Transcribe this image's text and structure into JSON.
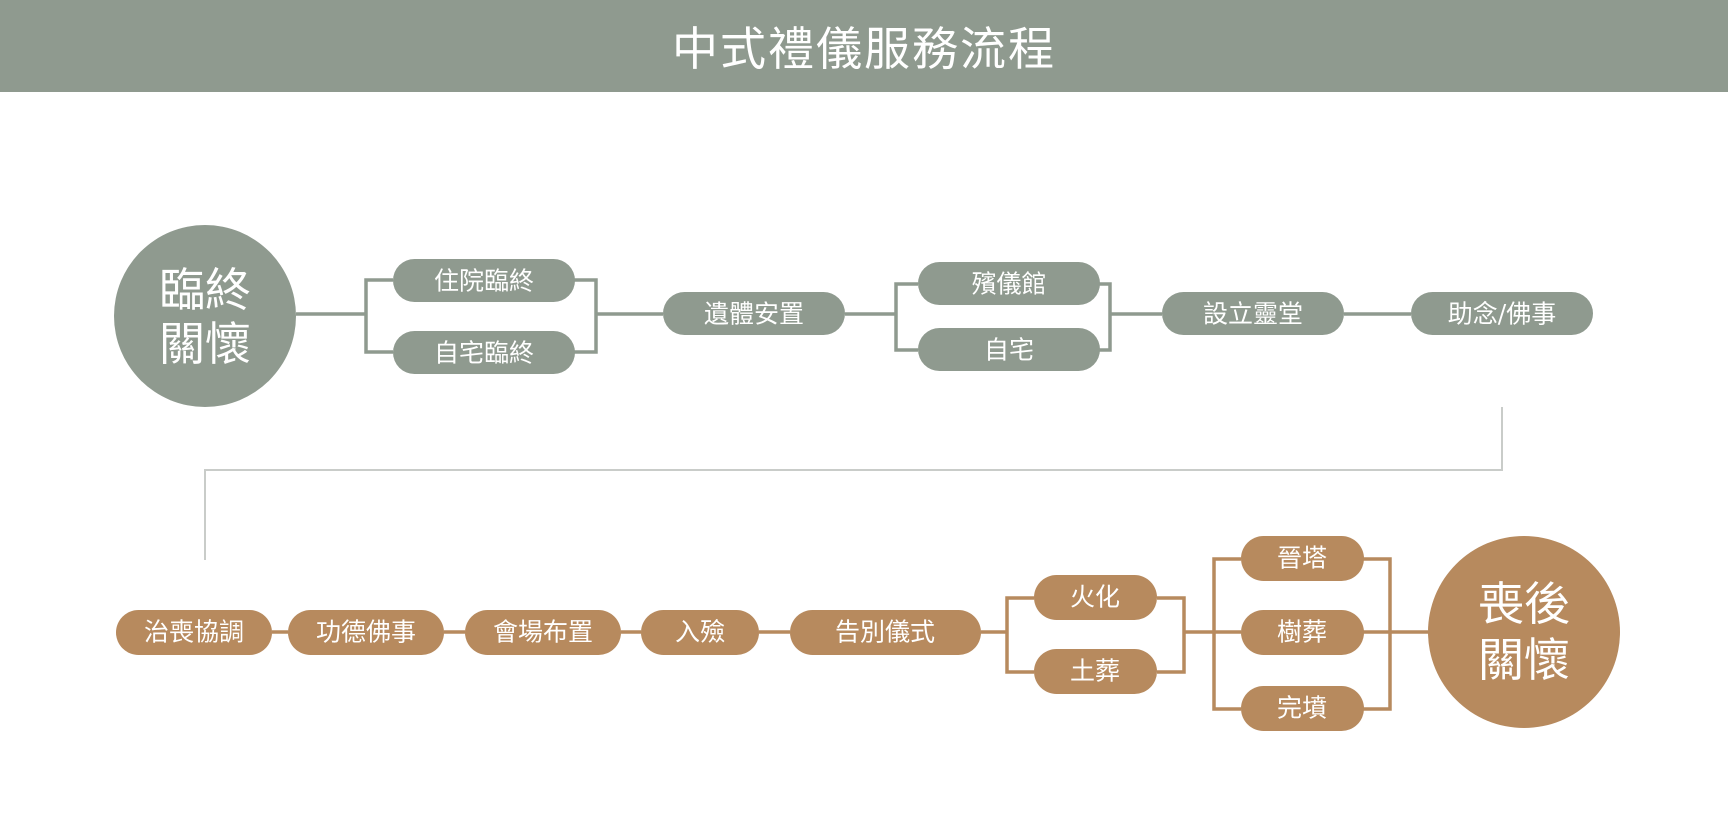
{
  "title": "中式禮儀服務流程",
  "colors": {
    "header_bg": "#8f9a8f",
    "stage1": "#8f9a8f",
    "stage2": "#b78a5e",
    "connector": "#c9ccc9"
  },
  "stage1": {
    "start_circle": [
      "臨終",
      "關懷"
    ],
    "dying_options": [
      "住院臨終",
      "自宅臨終"
    ],
    "placement": "遺體安置",
    "venue_options": [
      "殯儀館",
      "自宅"
    ],
    "altar": "設立靈堂",
    "chanting": "助念/佛事"
  },
  "stage2": {
    "steps": [
      "治喪協調",
      "功德佛事",
      "會場布置",
      "入殮",
      "告別儀式"
    ],
    "disposal_options": [
      "火化",
      "土葬"
    ],
    "burial_options": [
      "晉塔",
      "樹葬",
      "完墳"
    ],
    "end_circle": [
      "喪後",
      "關懷"
    ]
  }
}
